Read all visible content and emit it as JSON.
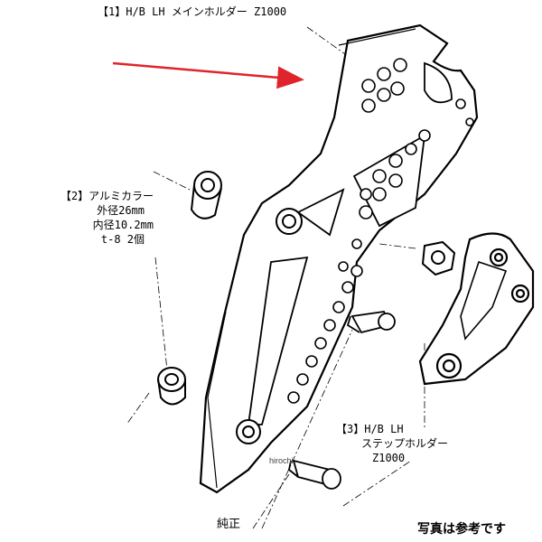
{
  "labels": {
    "part1": "【1】H/B LH メインホルダー Z1000",
    "part2_line1": "【2】アルミカラー",
    "part2_line2": "外径26mm",
    "part2_line3": "内径10.2mm",
    "part2_line4": "t-8 2個",
    "part3_line1": "【3】H/B LH",
    "part3_line2": "ステップホルダー",
    "part3_line3": "Z1000",
    "genuine": "純正",
    "watermark": "hirochi",
    "note": "写真は参考です"
  },
  "colors": {
    "line": "#000000",
    "arrow": "#e0242b",
    "background": "#ffffff"
  },
  "icons": {
    "arrow": "red-arrow-icon"
  }
}
